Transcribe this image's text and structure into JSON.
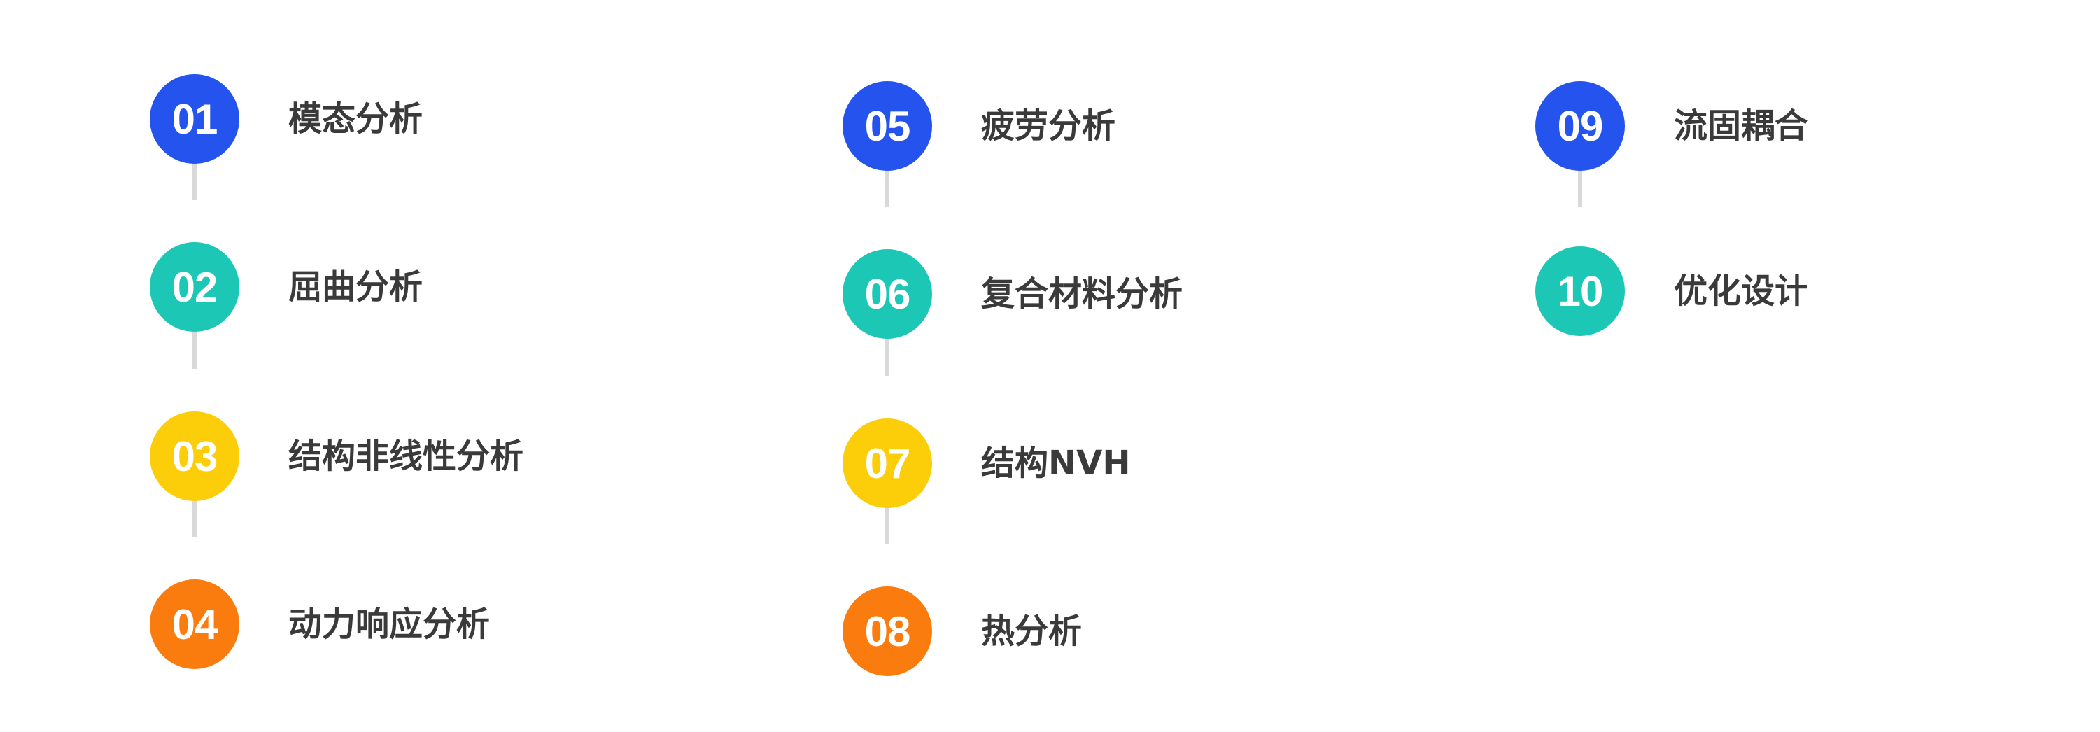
{
  "columns": [
    {
      "steps": [
        {
          "number": "01",
          "label": "模态分析",
          "color": "#2453ee"
        },
        {
          "number": "02",
          "label": "屈曲分析",
          "color": "#1cc8b5"
        },
        {
          "number": "03",
          "label": "结构非线性分析",
          "color": "#fccd09"
        },
        {
          "number": "04",
          "label": "动力响应分析",
          "color": "#fb7c0e"
        }
      ]
    },
    {
      "steps": [
        {
          "number": "05",
          "label": "疲劳分析",
          "color": "#2453ee"
        },
        {
          "number": "06",
          "label": "复合材料分析",
          "color": "#1cc8b5"
        },
        {
          "number": "07",
          "label": "结构NVH",
          "color": "#fccd09"
        },
        {
          "number": "08",
          "label": "热分析",
          "color": "#fb7c0e"
        }
      ]
    },
    {
      "steps": [
        {
          "number": "09",
          "label": "流固耦合",
          "color": "#2453ee"
        },
        {
          "number": "10",
          "label": "优化设计",
          "color": "#1cc8b5"
        }
      ]
    }
  ]
}
